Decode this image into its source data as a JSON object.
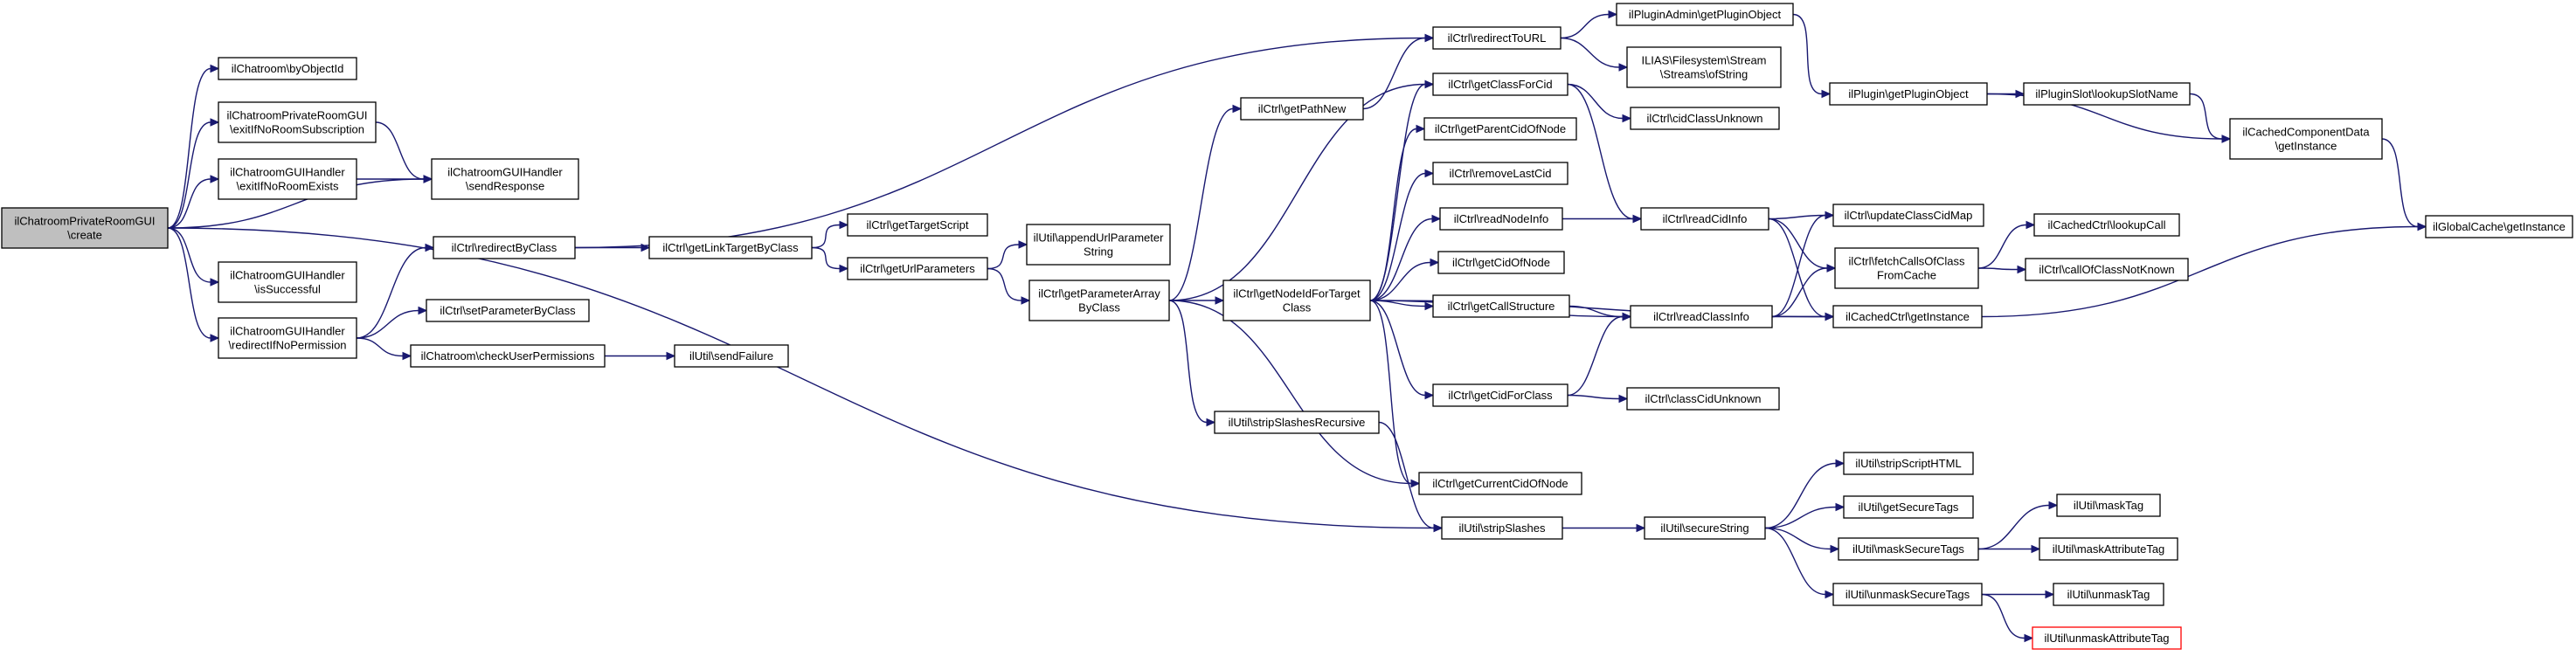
{
  "nodes": [
    {
      "id": "root",
      "lines": [
        "ilChatroomPrivateRoomGUI",
        "\\create"
      ],
      "style": "root"
    },
    {
      "id": "byObjectId",
      "lines": [
        "ilChatroom\\byObjectId"
      ]
    },
    {
      "id": "exitNoSub",
      "lines": [
        "ilChatroomPrivateRoomGUI",
        "\\exitIfNoRoomSubscription"
      ]
    },
    {
      "id": "exitNoRoom",
      "lines": [
        "ilChatroomGUIHandler",
        "\\exitIfNoRoomExists"
      ]
    },
    {
      "id": "isSuccessful",
      "lines": [
        "ilChatroomGUIHandler",
        "\\isSuccessful"
      ]
    },
    {
      "id": "redirNoPerm",
      "lines": [
        "ilChatroomGUIHandler",
        "\\redirectIfNoPermission"
      ]
    },
    {
      "id": "sendResponse",
      "lines": [
        "ilChatroomGUIHandler",
        "\\sendResponse"
      ]
    },
    {
      "id": "redirectByClass",
      "lines": [
        "ilCtrl\\redirectByClass"
      ]
    },
    {
      "id": "setParamByClass",
      "lines": [
        "ilCtrl\\setParameterByClass"
      ]
    },
    {
      "id": "checkUserPerm",
      "lines": [
        "ilChatroom\\checkUserPermissions"
      ]
    },
    {
      "id": "sendFailure",
      "lines": [
        "ilUtil\\sendFailure"
      ]
    },
    {
      "id": "getLinkTarget",
      "lines": [
        "ilCtrl\\getLinkTargetByClass"
      ]
    },
    {
      "id": "getTargetScript",
      "lines": [
        "ilCtrl\\getTargetScript"
      ]
    },
    {
      "id": "getUrlParams",
      "lines": [
        "ilCtrl\\getUrlParameters"
      ]
    },
    {
      "id": "appendUrlParam",
      "lines": [
        "ilUtil\\appendUrlParameter",
        "String"
      ]
    },
    {
      "id": "getParamArray",
      "lines": [
        "ilCtrl\\getParameterArray",
        "ByClass"
      ]
    },
    {
      "id": "getPathNew",
      "lines": [
        "ilCtrl\\getPathNew"
      ]
    },
    {
      "id": "getNodeId",
      "lines": [
        "ilCtrl\\getNodeIdForTarget",
        "Class"
      ]
    },
    {
      "id": "stripSlashesRec",
      "lines": [
        "ilUtil\\stripSlashesRecursive"
      ]
    },
    {
      "id": "redirectToURL",
      "lines": [
        "ilCtrl\\redirectToURL"
      ]
    },
    {
      "id": "getClassForCid",
      "lines": [
        "ilCtrl\\getClassForCid"
      ]
    },
    {
      "id": "getParentCid",
      "lines": [
        "ilCtrl\\getParentCidOfNode"
      ]
    },
    {
      "id": "removeLastCid",
      "lines": [
        "ilCtrl\\removeLastCid"
      ]
    },
    {
      "id": "readNodeInfo",
      "lines": [
        "ilCtrl\\readNodeInfo"
      ]
    },
    {
      "id": "getCidOfNode",
      "lines": [
        "ilCtrl\\getCidOfNode"
      ]
    },
    {
      "id": "getCallStructure",
      "lines": [
        "ilCtrl\\getCallStructure"
      ]
    },
    {
      "id": "getCidForClass",
      "lines": [
        "ilCtrl\\getCidForClass"
      ]
    },
    {
      "id": "getCurrentCid",
      "lines": [
        "ilCtrl\\getCurrentCidOfNode"
      ]
    },
    {
      "id": "stripSlashes",
      "lines": [
        "ilUtil\\stripSlashes"
      ]
    },
    {
      "id": "getPluginObject",
      "lines": [
        "ilPluginAdmin\\getPluginObject"
      ]
    },
    {
      "id": "streamOfString",
      "lines": [
        "ILIAS\\Filesystem\\Stream",
        "\\Streams\\ofString"
      ]
    },
    {
      "id": "cidClassUnknown",
      "lines": [
        "ilCtrl\\cidClassUnknown"
      ]
    },
    {
      "id": "readCidInfo",
      "lines": [
        "ilCtrl\\readCidInfo"
      ]
    },
    {
      "id": "readClassInfo",
      "lines": [
        "ilCtrl\\readClassInfo"
      ]
    },
    {
      "id": "classCidUnknown",
      "lines": [
        "ilCtrl\\classCidUnknown"
      ]
    },
    {
      "id": "secureString",
      "lines": [
        "ilUtil\\secureString"
      ]
    },
    {
      "id": "pluginGetObj",
      "lines": [
        "ilPlugin\\getPluginObject"
      ]
    },
    {
      "id": "updateClassCidMap",
      "lines": [
        "ilCtrl\\updateClassCidMap"
      ]
    },
    {
      "id": "fetchCalls",
      "lines": [
        "ilCtrl\\fetchCallsOfClass",
        "FromCache"
      ]
    },
    {
      "id": "cachedCtrlInst",
      "lines": [
        "ilCachedCtrl\\getInstance"
      ]
    },
    {
      "id": "stripScriptHTML",
      "lines": [
        "ilUtil\\stripScriptHTML"
      ]
    },
    {
      "id": "getSecureTags",
      "lines": [
        "ilUtil\\getSecureTags"
      ]
    },
    {
      "id": "maskSecureTags",
      "lines": [
        "ilUtil\\maskSecureTags"
      ]
    },
    {
      "id": "unmaskSecureTags",
      "lines": [
        "ilUtil\\unmaskSecureTags"
      ]
    },
    {
      "id": "lookupSlotName",
      "lines": [
        "ilPluginSlot\\lookupSlotName"
      ]
    },
    {
      "id": "lookupCall",
      "lines": [
        "ilCachedCtrl\\lookupCall"
      ]
    },
    {
      "id": "callOfClassNotKnown",
      "lines": [
        "ilCtrl\\callOfClassNotKnown"
      ]
    },
    {
      "id": "maskTag",
      "lines": [
        "ilUtil\\maskTag"
      ]
    },
    {
      "id": "maskAttributeTag",
      "lines": [
        "ilUtil\\maskAttributeTag"
      ]
    },
    {
      "id": "unmaskTag",
      "lines": [
        "ilUtil\\unmaskTag"
      ]
    },
    {
      "id": "unmaskAttributeTag",
      "lines": [
        "ilUtil\\unmaskAttributeTag"
      ],
      "style": "red"
    },
    {
      "id": "cachedCompData",
      "lines": [
        "ilCachedComponentData",
        "\\getInstance"
      ]
    },
    {
      "id": "globalCache",
      "lines": [
        "ilGlobalCache\\getInstance"
      ]
    }
  ],
  "edges": [
    [
      "root",
      "byObjectId"
    ],
    [
      "root",
      "exitNoSub"
    ],
    [
      "root",
      "exitNoRoom"
    ],
    [
      "root",
      "sendResponse"
    ],
    [
      "root",
      "isSuccessful"
    ],
    [
      "root",
      "redirNoPerm"
    ],
    [
      "root",
      "stripSlashes"
    ],
    [
      "exitNoSub",
      "sendResponse"
    ],
    [
      "exitNoRoom",
      "sendResponse"
    ],
    [
      "redirNoPerm",
      "redirectByClass"
    ],
    [
      "redirNoPerm",
      "setParamByClass"
    ],
    [
      "redirNoPerm",
      "checkUserPerm"
    ],
    [
      "checkUserPerm",
      "sendFailure"
    ],
    [
      "redirectByClass",
      "redirectToURL"
    ],
    [
      "redirectByClass",
      "getLinkTarget"
    ],
    [
      "getLinkTarget",
      "getTargetScript"
    ],
    [
      "getLinkTarget",
      "getUrlParams"
    ],
    [
      "getUrlParams",
      "appendUrlParam"
    ],
    [
      "getUrlParams",
      "getParamArray"
    ],
    [
      "getParamArray",
      "getPathNew"
    ],
    [
      "getParamArray",
      "getClassForCid"
    ],
    [
      "getParamArray",
      "getNodeId"
    ],
    [
      "getParamArray",
      "stripSlashesRec"
    ],
    [
      "getParamArray",
      "getCurrentCid"
    ],
    [
      "getPathNew",
      "redirectToURL"
    ],
    [
      "getNodeId",
      "getClassForCid"
    ],
    [
      "getNodeId",
      "getParentCid"
    ],
    [
      "getNodeId",
      "removeLastCid"
    ],
    [
      "getNodeId",
      "readNodeInfo"
    ],
    [
      "getNodeId",
      "getCidOfNode"
    ],
    [
      "getNodeId",
      "getCallStructure"
    ],
    [
      "getNodeId",
      "readClassInfo"
    ],
    [
      "getNodeId",
      "getCidForClass"
    ],
    [
      "getNodeId",
      "getCurrentCid"
    ],
    [
      "getNodeId",
      "cachedCtrlInst"
    ],
    [
      "stripSlashesRec",
      "stripSlashes"
    ],
    [
      "redirectToURL",
      "getPluginObject"
    ],
    [
      "redirectToURL",
      "streamOfString"
    ],
    [
      "getPluginObject",
      "pluginGetObj"
    ],
    [
      "getClassForCid",
      "cidClassUnknown"
    ],
    [
      "getClassForCid",
      "readCidInfo"
    ],
    [
      "readNodeInfo",
      "readCidInfo"
    ],
    [
      "getCallStructure",
      "readClassInfo"
    ],
    [
      "getCidForClass",
      "readClassInfo"
    ],
    [
      "getCidForClass",
      "classCidUnknown"
    ],
    [
      "readCidInfo",
      "updateClassCidMap"
    ],
    [
      "readCidInfo",
      "fetchCalls"
    ],
    [
      "readCidInfo",
      "cachedCtrlInst"
    ],
    [
      "readClassInfo",
      "updateClassCidMap"
    ],
    [
      "readClassInfo",
      "fetchCalls"
    ],
    [
      "readClassInfo",
      "cachedCtrlInst"
    ],
    [
      "fetchCalls",
      "lookupCall"
    ],
    [
      "fetchCalls",
      "callOfClassNotKnown"
    ],
    [
      "cachedCtrlInst",
      "globalCache"
    ],
    [
      "stripSlashes",
      "secureString"
    ],
    [
      "secureString",
      "stripScriptHTML"
    ],
    [
      "secureString",
      "getSecureTags"
    ],
    [
      "secureString",
      "maskSecureTags"
    ],
    [
      "secureString",
      "unmaskSecureTags"
    ],
    [
      "maskSecureTags",
      "maskTag"
    ],
    [
      "maskSecureTags",
      "maskAttributeTag"
    ],
    [
      "unmaskSecureTags",
      "unmaskTag"
    ],
    [
      "unmaskSecureTags",
      "unmaskAttributeTag"
    ],
    [
      "pluginGetObj",
      "lookupSlotName"
    ],
    [
      "pluginGetObj",
      "cachedCompData"
    ],
    [
      "lookupSlotName",
      "cachedCompData"
    ],
    [
      "cachedCompData",
      "globalCache"
    ]
  ]
}
